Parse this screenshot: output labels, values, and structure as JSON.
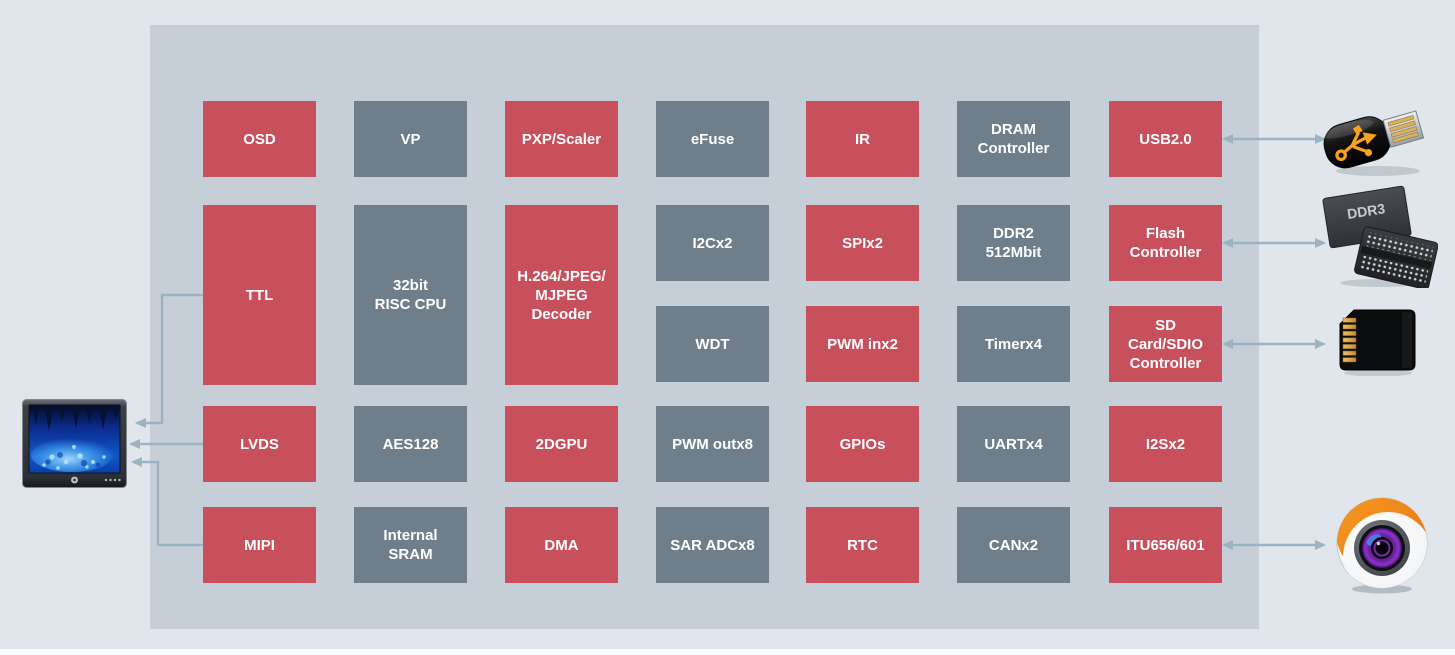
{
  "colors": {
    "outer_bg": "#e0e6ec",
    "chip_bg": "#c6cfd8",
    "red_block": "#c84f5c",
    "gray_block": "#6f7e8b",
    "block_text": "#ffffff",
    "arrow": "#9db2c3",
    "page_strip": "#fafbfd"
  },
  "soc": {
    "blocks": [
      {
        "id": "osd",
        "lines": [
          "OSD"
        ],
        "color": "red",
        "col": 1,
        "row": "r1"
      },
      {
        "id": "vp",
        "lines": [
          "VP"
        ],
        "color": "gray",
        "col": 2,
        "row": "r1"
      },
      {
        "id": "pxp-scaler",
        "lines": [
          "PXP/Scaler"
        ],
        "color": "red",
        "col": 3,
        "row": "r1"
      },
      {
        "id": "efuse",
        "lines": [
          "eFuse"
        ],
        "color": "gray",
        "col": 4,
        "row": "r1"
      },
      {
        "id": "ir",
        "lines": [
          "IR"
        ],
        "color": "red",
        "col": 5,
        "row": "r1"
      },
      {
        "id": "dram-controller",
        "lines": [
          "DRAM",
          "Controller"
        ],
        "color": "gray",
        "col": 6,
        "row": "r1"
      },
      {
        "id": "usb2",
        "lines": [
          "USB2.0"
        ],
        "color": "red",
        "col": 7,
        "row": "r1"
      },
      {
        "id": "ttl",
        "lines": [
          "TTL"
        ],
        "color": "red",
        "col": 1,
        "row": "tall"
      },
      {
        "id": "risc-cpu",
        "lines": [
          "32bit",
          "RISC CPU"
        ],
        "color": "gray",
        "col": 2,
        "row": "tall"
      },
      {
        "id": "h264-decoder",
        "lines": [
          "H.264/JPEG/",
          "MJPEG",
          "Decoder"
        ],
        "color": "red",
        "col": 3,
        "row": "tall"
      },
      {
        "id": "i2c",
        "lines": [
          "I2Cx2"
        ],
        "color": "gray",
        "col": 4,
        "row": "r2a"
      },
      {
        "id": "spi",
        "lines": [
          "SPIx2"
        ],
        "color": "red",
        "col": 5,
        "row": "r2a"
      },
      {
        "id": "ddr2",
        "lines": [
          "DDR2",
          "512Mbit"
        ],
        "color": "gray",
        "col": 6,
        "row": "r2a"
      },
      {
        "id": "flash-controller",
        "lines": [
          "Flash",
          "Controller"
        ],
        "color": "red",
        "col": 7,
        "row": "r2a"
      },
      {
        "id": "wdt",
        "lines": [
          "WDT"
        ],
        "color": "gray",
        "col": 4,
        "row": "r2b"
      },
      {
        "id": "pwm-in",
        "lines": [
          "PWM inx2"
        ],
        "color": "red",
        "col": 5,
        "row": "r2b"
      },
      {
        "id": "timer",
        "lines": [
          "Timerx4"
        ],
        "color": "gray",
        "col": 6,
        "row": "r2b"
      },
      {
        "id": "sd-sdio-controller",
        "lines": [
          "SD",
          "Card/SDIO",
          "Controller"
        ],
        "color": "red",
        "col": 7,
        "row": "r2b"
      },
      {
        "id": "lvds",
        "lines": [
          "LVDS"
        ],
        "color": "red",
        "col": 1,
        "row": "r3"
      },
      {
        "id": "aes128",
        "lines": [
          "AES128"
        ],
        "color": "gray",
        "col": 2,
        "row": "r3"
      },
      {
        "id": "gpu2d",
        "lines": [
          "2DGPU"
        ],
        "color": "red",
        "col": 3,
        "row": "r3"
      },
      {
        "id": "pwm-out",
        "lines": [
          "PWM outx8"
        ],
        "color": "gray",
        "col": 4,
        "row": "r3"
      },
      {
        "id": "gpios",
        "lines": [
          "GPIOs"
        ],
        "color": "red",
        "col": 5,
        "row": "r3"
      },
      {
        "id": "uart",
        "lines": [
          "UARTx4"
        ],
        "color": "gray",
        "col": 6,
        "row": "r3"
      },
      {
        "id": "i2s",
        "lines": [
          "I2Sx2"
        ],
        "color": "red",
        "col": 7,
        "row": "r3"
      },
      {
        "id": "mipi",
        "lines": [
          "MIPI"
        ],
        "color": "red",
        "col": 1,
        "row": "r4"
      },
      {
        "id": "internal-sram",
        "lines": [
          "Internal",
          "SRAM"
        ],
        "color": "gray",
        "col": 2,
        "row": "r4"
      },
      {
        "id": "dma",
        "lines": [
          "DMA"
        ],
        "color": "red",
        "col": 3,
        "row": "r4"
      },
      {
        "id": "sar-adc",
        "lines": [
          "SAR ADCx8"
        ],
        "color": "gray",
        "col": 4,
        "row": "r4"
      },
      {
        "id": "rtc",
        "lines": [
          "RTC"
        ],
        "color": "red",
        "col": 5,
        "row": "r4"
      },
      {
        "id": "can",
        "lines": [
          "CANx2"
        ],
        "color": "gray",
        "col": 6,
        "row": "r4"
      },
      {
        "id": "itu656-601",
        "lines": [
          "ITU656/601"
        ],
        "color": "red",
        "col": 7,
        "row": "r4"
      }
    ]
  },
  "peripherals": [
    {
      "id": "lcd-display",
      "icon": "monitor-icon",
      "connections": [
        "ttl",
        "lvds",
        "mipi"
      ],
      "arrow_style": "single-head-left"
    },
    {
      "id": "usb-flash-drive",
      "icon": "usb-drive-icon",
      "connections": [
        "usb2"
      ],
      "arrow_style": "double-head"
    },
    {
      "id": "ddr3-memory",
      "icon": "memory-chip-icon",
      "chip_label": "DDR3",
      "connections": [
        "flash-controller"
      ],
      "arrow_style": "double-head"
    },
    {
      "id": "micro-sd-card",
      "icon": "sd-card-icon",
      "connections": [
        "sd-sdio-controller"
      ],
      "arrow_style": "double-head"
    },
    {
      "id": "camera",
      "icon": "camera-icon",
      "connections": [
        "itu656-601"
      ],
      "arrow_style": "double-head"
    }
  ]
}
